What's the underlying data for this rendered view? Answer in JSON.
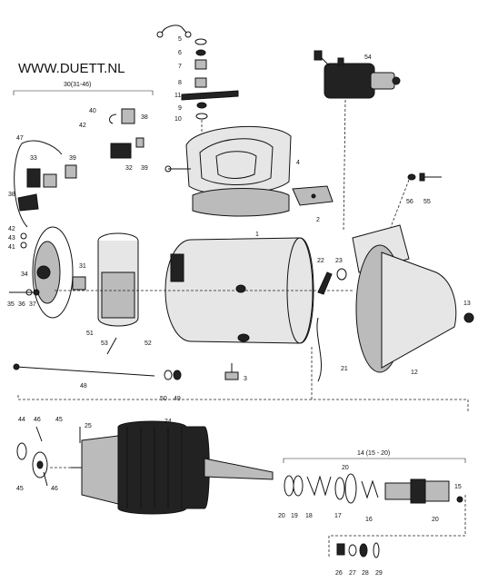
{
  "watermark": "WWW.DUETT.NL",
  "group_labels": {
    "g30": "30(31-46)",
    "g14": "14 (15 - 20)"
  },
  "labels": {
    "p1": "1",
    "p2": "2",
    "p3": "3",
    "p4": "4",
    "p5": "5",
    "p6": "6",
    "p7": "7",
    "p8": "8",
    "p9": "9",
    "p10": "10",
    "p11": "11",
    "p12": "12",
    "p13": "13",
    "p15": "15",
    "p16": "16",
    "p17": "17",
    "p18": "18",
    "p19": "19",
    "p20a": "20",
    "p20b": "20",
    "p20c": "20",
    "p21": "21",
    "p22": "22",
    "p23": "23",
    "p24": "24",
    "p25": "25",
    "p26": "26",
    "p27": "27",
    "p28": "28",
    "p29": "29",
    "p31": "31",
    "p32": "32",
    "p33": "33",
    "p34": "34",
    "p35": "35",
    "p36": "36",
    "p37": "37",
    "p38a": "38",
    "p38b": "38",
    "p39a": "39",
    "p39b": "39",
    "p40": "40",
    "p41": "41",
    "p42a": "42",
    "p42b": "42",
    "p43": "43",
    "p44": "44",
    "p45a": "45",
    "p45b": "45",
    "p46a": "46",
    "p46b": "46",
    "p47": "47",
    "p48": "48",
    "p49": "49",
    "p50": "50",
    "p51": "51",
    "p52": "52",
    "p53": "53",
    "p54": "54",
    "p55": "55",
    "p56": "56"
  }
}
